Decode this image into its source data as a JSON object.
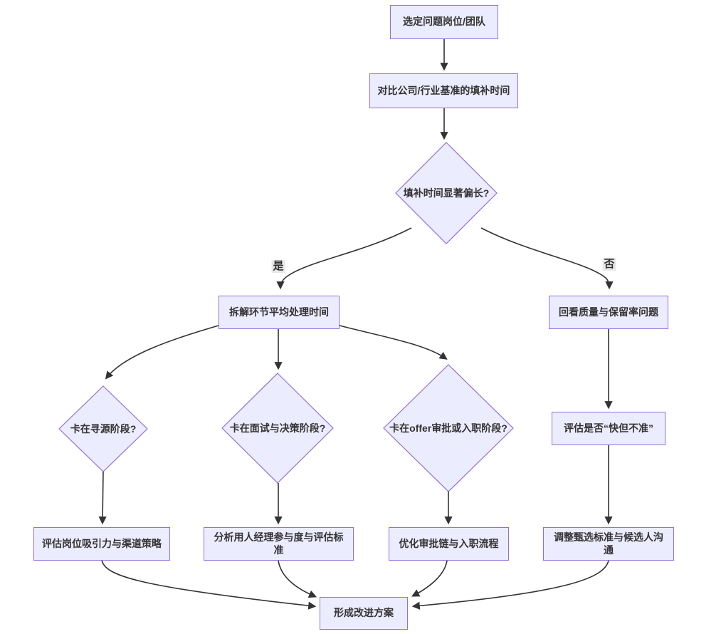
{
  "diagram": {
    "type": "flowchart",
    "direction": "top-down",
    "nodes": {
      "select_target": {
        "label": "选定问题岗位/团队",
        "shape": "rect"
      },
      "benchmark": {
        "label": "对比公司/行业基准的填补时间",
        "shape": "rect"
      },
      "ttf_long": {
        "label": "填补时间显著偏长?",
        "shape": "diamond"
      },
      "breakdown": {
        "label": "拆解环节平均处理时间",
        "shape": "rect"
      },
      "quality": {
        "label": "回看质量与保留率问题",
        "shape": "rect"
      },
      "sourcing": {
        "label": "卡在寻源阶段?",
        "shape": "diamond"
      },
      "interview": {
        "label": "卡在面试与决策阶段?",
        "shape": "diamond"
      },
      "offer": {
        "label": "卡在offer审批或入职阶段?",
        "shape": "diamond"
      },
      "fast_inaccurate": {
        "label": "评估是否“快但不准”",
        "shape": "rect"
      },
      "attractiveness": {
        "label": "评估岗位吸引力与渠道策略",
        "shape": "rect"
      },
      "hiring_manager": {
        "label": "分析用人经理参与度与评估标准",
        "shape": "rect"
      },
      "approval": {
        "label": "优化审批链与入职流程",
        "shape": "rect"
      },
      "selection": {
        "label": "调整甄选标准与候选人沟通",
        "shape": "rect"
      },
      "plan": {
        "label": "形成改进方案",
        "shape": "rect"
      }
    },
    "edge_labels": {
      "yes": "是",
      "no": "否"
    },
    "edges": [
      {
        "from": "select_target",
        "to": "benchmark",
        "label": ""
      },
      {
        "from": "benchmark",
        "to": "ttf_long",
        "label": ""
      },
      {
        "from": "ttf_long",
        "to": "breakdown",
        "label": "是"
      },
      {
        "from": "ttf_long",
        "to": "quality",
        "label": "否"
      },
      {
        "from": "breakdown",
        "to": "sourcing",
        "label": ""
      },
      {
        "from": "breakdown",
        "to": "interview",
        "label": ""
      },
      {
        "from": "breakdown",
        "to": "offer",
        "label": ""
      },
      {
        "from": "quality",
        "to": "fast_inaccurate",
        "label": ""
      },
      {
        "from": "sourcing",
        "to": "attractiveness",
        "label": ""
      },
      {
        "from": "interview",
        "to": "hiring_manager",
        "label": ""
      },
      {
        "from": "offer",
        "to": "approval",
        "label": ""
      },
      {
        "from": "fast_inaccurate",
        "to": "selection",
        "label": ""
      },
      {
        "from": "attractiveness",
        "to": "plan",
        "label": ""
      },
      {
        "from": "hiring_manager",
        "to": "plan",
        "label": ""
      },
      {
        "from": "approval",
        "to": "plan",
        "label": ""
      },
      {
        "from": "selection",
        "to": "plan",
        "label": ""
      }
    ],
    "colors": {
      "node_fill": "#ECECFF",
      "node_border": "#9370DB",
      "edge": "#333333",
      "text": "#333333",
      "edge_label_bg": "#e8e8e8",
      "background": "#ffffff"
    }
  }
}
